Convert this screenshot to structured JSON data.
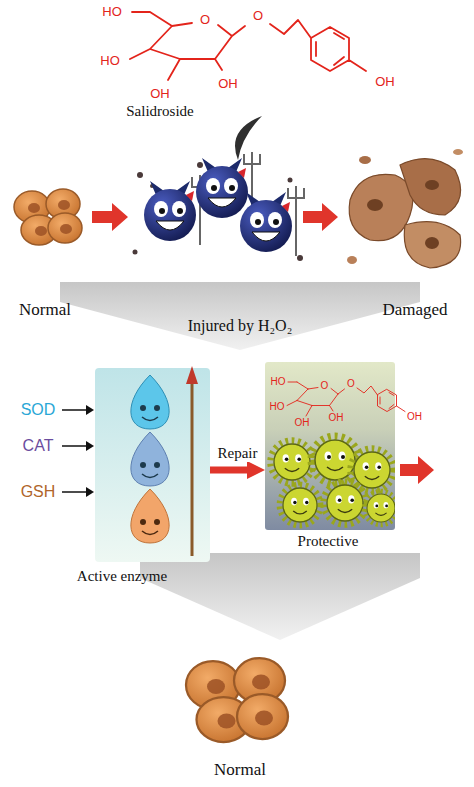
{
  "diagram": {
    "nodes": [
      {
        "text": [
          "Normal"
        ]
      },
      {
        "text": [
          "Damaged"
        ]
      },
      {
        "text": [
          "Active enzyme"
        ]
      },
      {
        "text": [
          "Protective"
        ]
      },
      {
        "text": [
          "Normal"
        ]
      }
    ],
    "edges": [
      {
        "from": 2,
        "to": 3,
        "label": "Repair",
        "arrow": "to"
      }
    ],
    "labels": [
      "HO",
      "O",
      "O",
      "HO",
      "OH",
      "OH",
      "OH",
      "Salidroside",
      "Injured by H₂O₂",
      "SOD",
      "CAT",
      "GSH",
      "HO",
      "O",
      "O",
      "HO",
      "OH",
      "OH",
      "OH"
    ]
  }
}
